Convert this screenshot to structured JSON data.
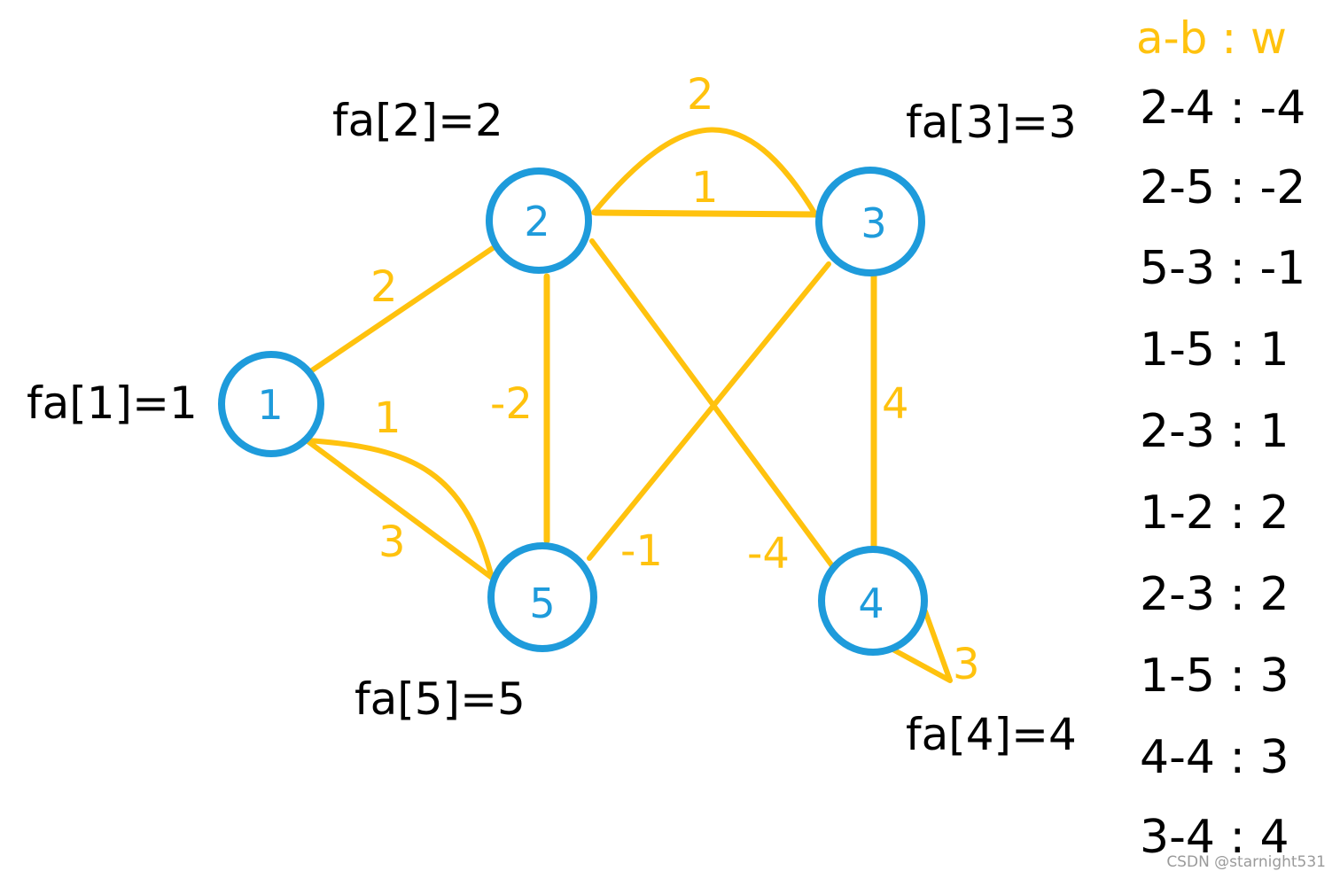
{
  "colors": {
    "edge": "#FFC20E",
    "node": "#1E9BDB",
    "text": "#000000"
  },
  "nodes": [
    {
      "id": "1",
      "label": "1"
    },
    {
      "id": "2",
      "label": "2"
    },
    {
      "id": "3",
      "label": "3"
    },
    {
      "id": "4",
      "label": "4"
    },
    {
      "id": "5",
      "label": "5"
    }
  ],
  "edges": [
    {
      "from": "2",
      "to": "3",
      "weight": "2",
      "curved": true
    },
    {
      "from": "2",
      "to": "3",
      "weight": "1"
    },
    {
      "from": "1",
      "to": "2",
      "weight": "2"
    },
    {
      "from": "2",
      "to": "5",
      "weight": "-2"
    },
    {
      "from": "2",
      "to": "4",
      "weight": "-4"
    },
    {
      "from": "3",
      "to": "5",
      "weight": "-1"
    },
    {
      "from": "3",
      "to": "4",
      "weight": "4"
    },
    {
      "from": "1",
      "to": "5",
      "weight": "1",
      "curved": true
    },
    {
      "from": "1",
      "to": "5",
      "weight": "3"
    },
    {
      "from": "4",
      "to": "4",
      "weight": "3",
      "loop": true
    }
  ],
  "fa_labels": {
    "n1": "fa[1]=1",
    "n2": "fa[2]=2",
    "n3": "fa[3]=3",
    "n4": "fa[4]=4",
    "n5": "fa[5]=5"
  },
  "edge_list": {
    "header": "a-b : w",
    "items": [
      "2-4 : -4",
      "2-5 : -2",
      "5-3 : -1",
      "1-5 : 1",
      "2-3 : 1",
      "1-2 : 2",
      "2-3 : 2",
      "1-5 : 3",
      "4-4 : 3",
      "3-4 : 4"
    ]
  },
  "watermark": "CSDN @starnight531"
}
